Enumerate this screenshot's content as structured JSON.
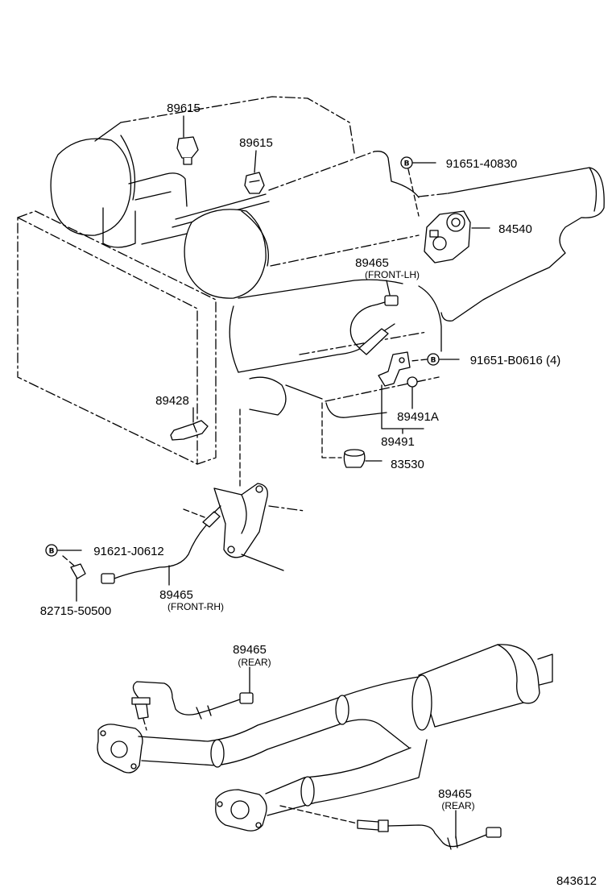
{
  "bolt_symbol": "B",
  "colors": {
    "line": "#000000",
    "background": "#ffffff"
  },
  "callouts": {
    "knock_sensor_upper": "89615",
    "knock_sensor_lower": "89615",
    "bolt_upper": "91651-40830",
    "throttle_assembly": "84540",
    "oxygen_sensor_front_lh": {
      "part": "89465",
      "note": "(FRONT-LH)"
    },
    "bolt_bracket": "91651-B0616 (4)",
    "temperature_sensor": "89428",
    "washer": "89491A",
    "bracket": "89491",
    "pressure_switch": "83530",
    "bolt_clamp": "91621-J0612",
    "clamp": "82715-50500",
    "oxygen_sensor_front_rh": {
      "part": "89465",
      "note": "(FRONT-RH)"
    },
    "oxygen_sensor_rear_upper": {
      "part": "89465",
      "note": "(REAR)"
    },
    "oxygen_sensor_rear_lower": {
      "part": "89465",
      "note": "(REAR)"
    }
  },
  "diagram_number": "843612"
}
